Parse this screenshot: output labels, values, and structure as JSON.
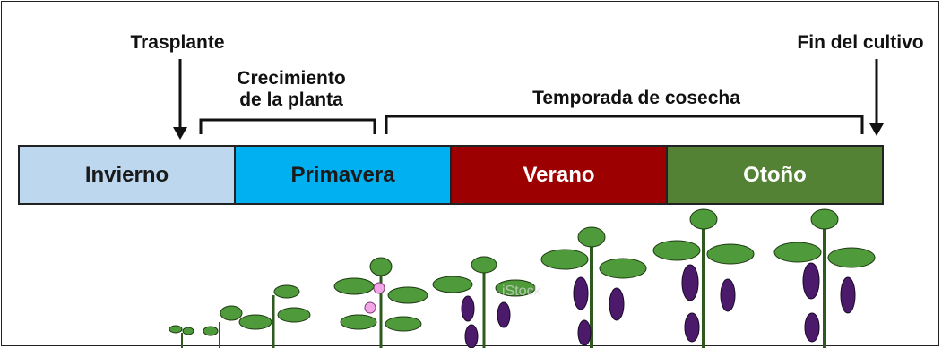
{
  "labels": {
    "transplant": "Trasplante",
    "growth_line1": "Crecimiento",
    "growth_line2": "de la planta",
    "harvest": "Temporada de cosecha",
    "end": "Fin del cultivo"
  },
  "seasons": [
    {
      "name": "Invierno",
      "bg": "#bdd7ee",
      "fg": "#1a1a1a"
    },
    {
      "name": "Primavera",
      "bg": "#00b0f0",
      "fg": "#1a1a1a"
    },
    {
      "name": "Verano",
      "bg": "#9c0000",
      "fg": "#ffffff"
    },
    {
      "name": "Otoño",
      "bg": "#548235",
      "fg": "#ffffff"
    }
  ],
  "colors": {
    "leaf": "#4f9a3a",
    "fruit": "#4b1a6b",
    "flower": "#f2a6e8"
  },
  "watermark": "iStock"
}
